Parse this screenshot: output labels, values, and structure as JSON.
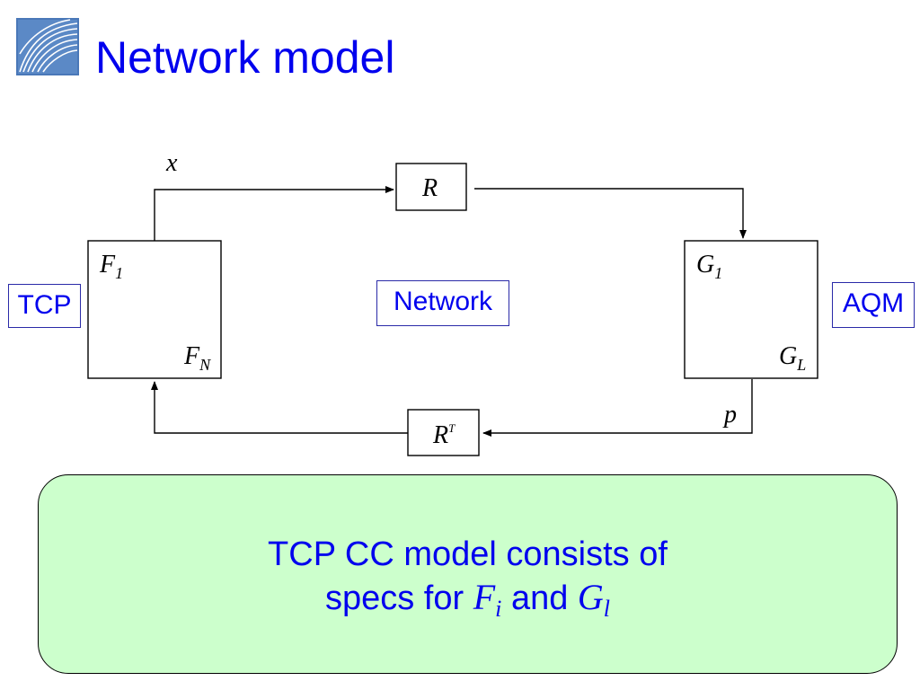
{
  "slide": {
    "title": "Network model"
  },
  "diagram": {
    "blocks": [
      {
        "id": "R",
        "symbol": "R"
      },
      {
        "id": "RT",
        "symbol": "R",
        "superscript": "T"
      },
      {
        "id": "F",
        "top_symbol": "F",
        "top_sub": "1",
        "bottom_symbol": "F",
        "bottom_sub": "N"
      },
      {
        "id": "G",
        "top_symbol": "G",
        "top_sub": "1",
        "bottom_symbol": "G",
        "bottom_sub": "L"
      }
    ],
    "signals": {
      "x": "x",
      "p": "p"
    },
    "labels": {
      "tcp": "TCP",
      "network": "Network",
      "aqm": "AQM"
    }
  },
  "note": {
    "line1": "TCP CC model consists of",
    "line2_prefix": "specs for",
    "f_symbol": "F",
    "f_sub": "i",
    "and": "and",
    "g_symbol": "G",
    "g_sub": "l"
  },
  "colors": {
    "title": "#0000ee",
    "label_border": "#2a2aa8",
    "note_background": "#ccffcc"
  }
}
